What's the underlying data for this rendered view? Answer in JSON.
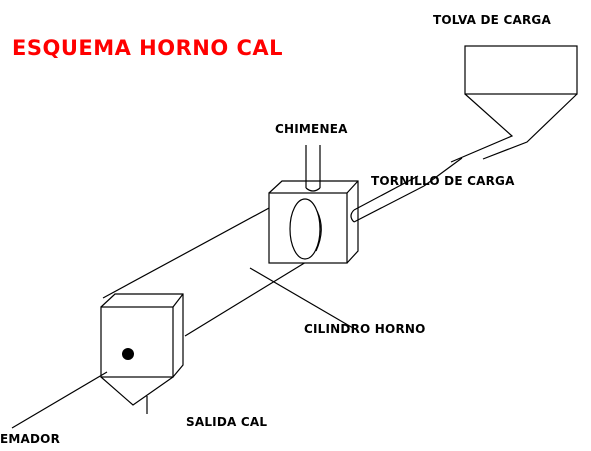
{
  "title": "ESQUEMA HORNO CAL",
  "colors": {
    "title": "#ff0000",
    "ink": "#000000",
    "background": "#ffffff"
  },
  "labels": {
    "tolva": "TOLVA DE CARGA",
    "chimenea": "CHIMENEA",
    "tornillo": "TORNILLO DE CARGA",
    "cilindro": "CILINDRO HORNO",
    "salida": "SALIDA CAL",
    "quemador": "EMADOR"
  }
}
